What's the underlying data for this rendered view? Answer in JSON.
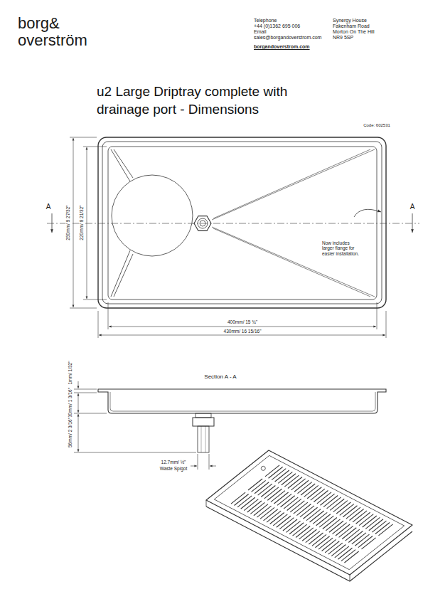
{
  "diagram": {
    "title": "u2 Large Driptray complete with drainage port - Dimensions",
    "labels": [
      "borg&",
      "overström",
      "Telephone",
      "+44 (0)1362 695 006",
      "Email",
      "sales@borgandoverstrom.com",
      "borgandoverstrom.com",
      "Synergy House",
      "Fakenham Road",
      "Morton On The Hill",
      "NR9 5SP",
      "Code: 602531",
      "A",
      "A",
      "Now includes larger flange for easier installation.",
      "250mm/ 9 27/32\"",
      "220mm/ 8 21/32\"",
      "400mm/ 15 ¾\"",
      "430mm/ 16 15/16\"",
      "Section A - A",
      "1mm/ 1/32\"",
      "30mm/ 1 3/16\"",
      "56mm/ 2 3/16\"",
      "12.7mm/ ½\"",
      "Waste Spigot"
    ]
  }
}
